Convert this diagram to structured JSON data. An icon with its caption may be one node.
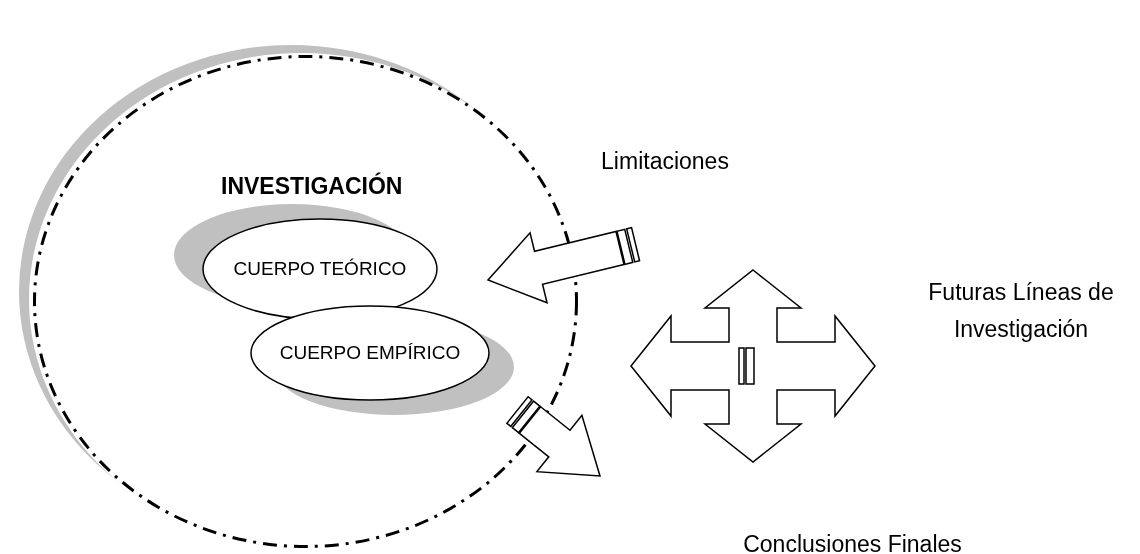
{
  "diagram": {
    "nodes": [
      {
        "text": [
          "INVESTIGACIÓN"
        ]
      },
      {
        "text": [
          "CUERPO TEÓRICO"
        ],
        "in": 0
      },
      {
        "text": [
          "CUERPO EMPÍRICO"
        ],
        "in": 0
      }
    ],
    "labels": [
      "Limitaciones",
      "Futuras Líneas de Investigación",
      "Conclusiones Finales"
    ]
  }
}
